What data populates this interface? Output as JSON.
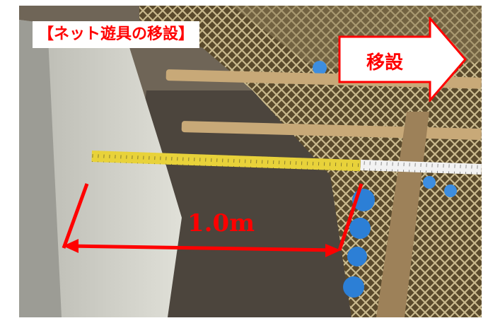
{
  "caption": {
    "title": "【ネット遊具の移設】",
    "arrow_label": "移設",
    "measure_label": "1.0m"
  },
  "colors": {
    "annotation_red": "#ff0000",
    "sky": "#ffffff"
  }
}
